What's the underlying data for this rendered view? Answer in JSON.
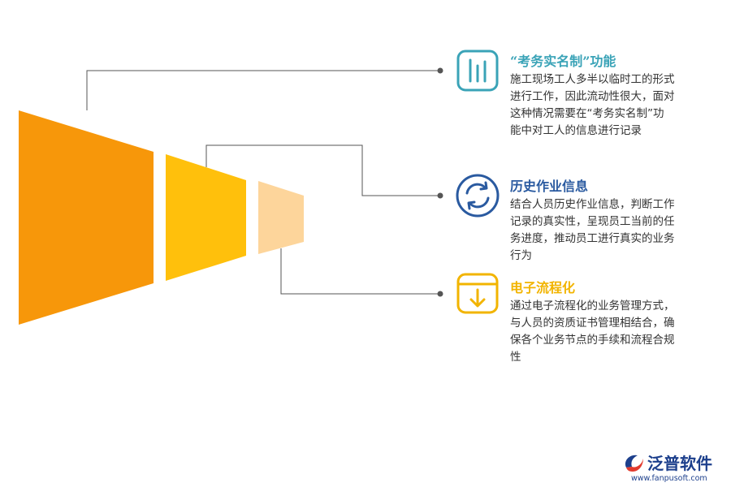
{
  "colors": {
    "trapezoid_1": "#f7970a",
    "trapezoid_2": "#ffc00c",
    "trapezoid_3": "#fdd59b",
    "connector": "#555555",
    "icon_1": "#3aa3b7",
    "icon_2": "#2a5aa0",
    "icon_3": "#f2b400",
    "title_1": "#3aa3b7",
    "title_2": "#2a5aa0",
    "title_3": "#f2b400",
    "logo": "#1c3f8c"
  },
  "items": [
    {
      "icon": "bar-chart-icon",
      "title": "“考务实名制”功能",
      "desc_lines": [
        "施工现场工人多半以临时工的形式",
        "进行工作，因此流动性很大，面对",
        "这种情况需要在“考务实名制”功",
        "能中对工人的信息进行记录"
      ]
    },
    {
      "icon": "refresh-icon",
      "title": "历史作业信息",
      "desc_lines": [
        "结合人员历史作业信息，判断工作",
        "记录的真实性，呈现员工当前的任",
        "务进度，推动员工进行真实的业务",
        "行为"
      ]
    },
    {
      "icon": "download-box-icon",
      "title": "电子流程化",
      "desc_lines": [
        "通过电子流程化的业务管理方式，",
        "与人员的资质证书管理相结合，确",
        "保各个业务节点的手续和流程合规",
        "性"
      ]
    }
  ],
  "logo": {
    "name": "泛普软件",
    "url": "www.fanpusoft.com"
  }
}
